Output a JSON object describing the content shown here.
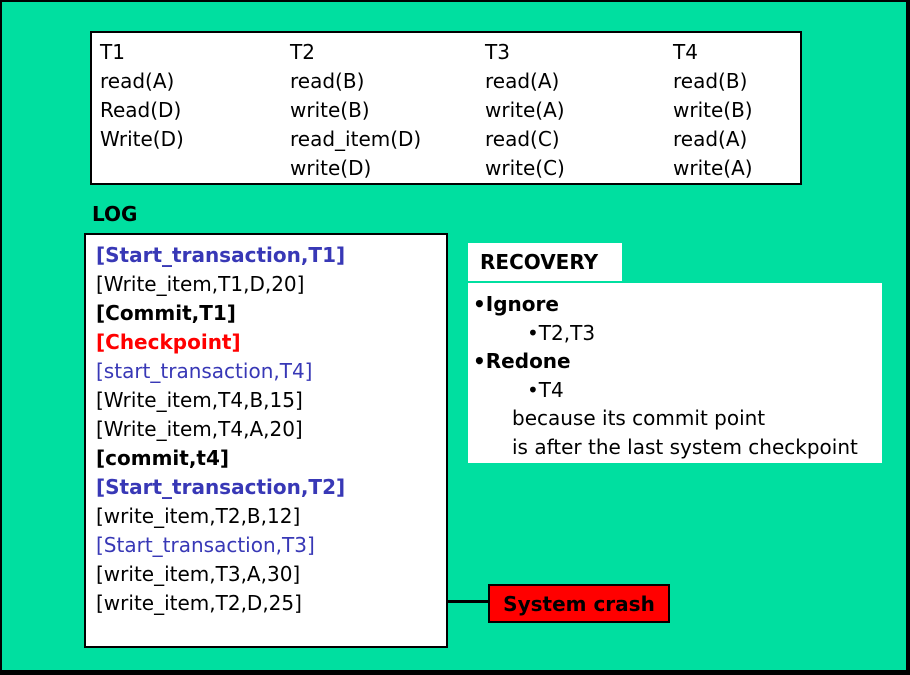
{
  "colors": {
    "background": "#00DFA0",
    "log_blue": "#3838B6",
    "log_red": "#FF0000",
    "log_black": "#000000",
    "crash_red": "#FF0000"
  },
  "transactions_table": {
    "columns": [
      {
        "header": "T1",
        "operations": [
          "read(A)",
          "Read(D)",
          "Write(D)"
        ]
      },
      {
        "header": "T2",
        "operations": [
          "read(B)",
          "write(B)",
          "read_item(D)",
          "write(D)"
        ]
      },
      {
        "header": "T3",
        "operations": [
          "read(A)",
          "write(A)",
          "read(C)",
          "write(C)"
        ]
      },
      {
        "header": "T4",
        "operations": [
          "read(B)",
          "write(B)",
          "read(A)",
          "write(A)"
        ]
      }
    ]
  },
  "log": {
    "label": "LOG",
    "entries": [
      {
        "text": "[Start_transaction,T1]",
        "color": "blue",
        "bold": true
      },
      {
        "text": "[Write_item,T1,D,20]",
        "color": "black",
        "bold": false
      },
      {
        "text": "[Commit,T1]",
        "color": "black",
        "bold": true
      },
      {
        "text": "[Checkpoint]",
        "color": "red",
        "bold": true
      },
      {
        "text": "[start_transaction,T4]",
        "color": "blue",
        "bold": false
      },
      {
        "text": "[Write_item,T4,B,15]",
        "color": "black",
        "bold": false
      },
      {
        "text": "[Write_item,T4,A,20]",
        "color": "black",
        "bold": false
      },
      {
        "text": "[commit,t4]",
        "color": "black",
        "bold": true
      },
      {
        "text": "[Start_transaction,T2]",
        "color": "blue",
        "bold": true
      },
      {
        "text": "[write_item,T2,B,12]",
        "color": "black",
        "bold": false
      },
      {
        "text": "[Start_transaction,T3]",
        "color": "blue",
        "bold": false
      },
      {
        "text": "[write_item,T3,A,30]",
        "color": "black",
        "bold": false
      },
      {
        "text": "[write_item,T2,D,25]",
        "color": "black",
        "bold": false
      }
    ]
  },
  "recovery": {
    "title": "RECOVERY",
    "items": [
      {
        "text": "Ignore",
        "bullet": true,
        "bold": true,
        "indent": 0
      },
      {
        "text": "T2,T3",
        "bullet": true,
        "bold": false,
        "indent": 1
      },
      {
        "text": "Redone",
        "bullet": true,
        "bold": true,
        "indent": 0
      },
      {
        "text": "T4",
        "bullet": true,
        "bold": false,
        "indent": 1
      },
      {
        "text": "because its commit point",
        "bullet": false,
        "bold": false,
        "indent": 2
      },
      {
        "text": "is after the last system checkpoint",
        "bullet": false,
        "bold": false,
        "indent": 2
      }
    ]
  },
  "crash": {
    "label": "System crash"
  }
}
